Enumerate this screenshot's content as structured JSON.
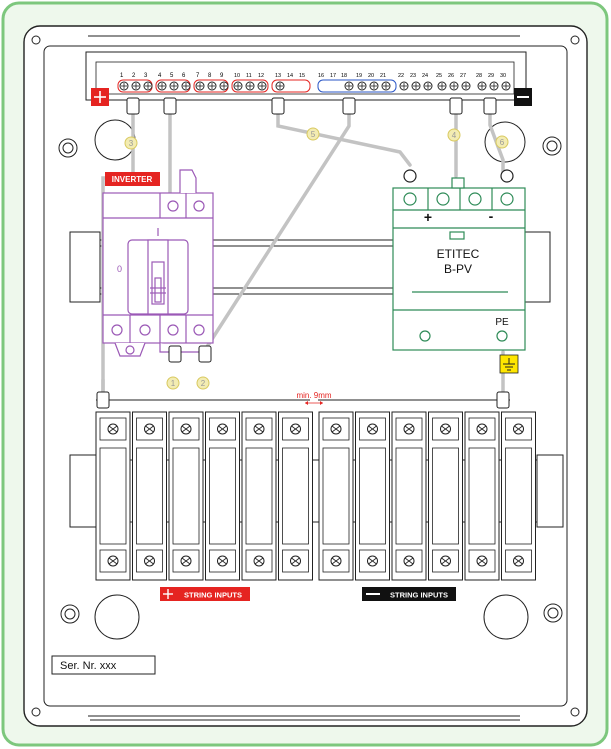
{
  "colors": {
    "frame_border": "#7dc77d",
    "frame_fill": "#eef8ec",
    "inverter_purple": "#9b59b6",
    "spd_green": "#2e8b57",
    "red": "#e52421",
    "black": "#111111",
    "pe_yellow": "#ffe600",
    "blue_group": "#2a56c6"
  },
  "terminal_numbers": {
    "g1": [
      "1",
      "2",
      "3"
    ],
    "g2": [
      "4",
      "5",
      "6"
    ],
    "g3": [
      "7",
      "8",
      "9"
    ],
    "g4": [
      "10",
      "11",
      "12"
    ],
    "g5": [
      "13",
      "14",
      "15"
    ],
    "g6": [
      "16",
      "17",
      "18"
    ],
    "g7": [
      "19",
      "20",
      "21"
    ],
    "g8": [
      "22",
      "23",
      "24"
    ],
    "g9": [
      "25",
      "26",
      "27"
    ],
    "g10": [
      "28",
      "29",
      "30"
    ]
  },
  "wire_markers": [
    "3",
    "5",
    "4",
    "6",
    "1",
    "2"
  ],
  "labels": {
    "inverter": "INVERTER",
    "spd_line1": "ETITEC",
    "spd_line2": "B-PV",
    "spd_plus": "+",
    "spd_minus": "-",
    "pe": "PE",
    "min_gap": "min. 9mm",
    "string_inputs_pos": "STRING INPUTS",
    "string_inputs_neg": "STRING INPUTS",
    "serial": "Ser. Nr. xxx"
  }
}
